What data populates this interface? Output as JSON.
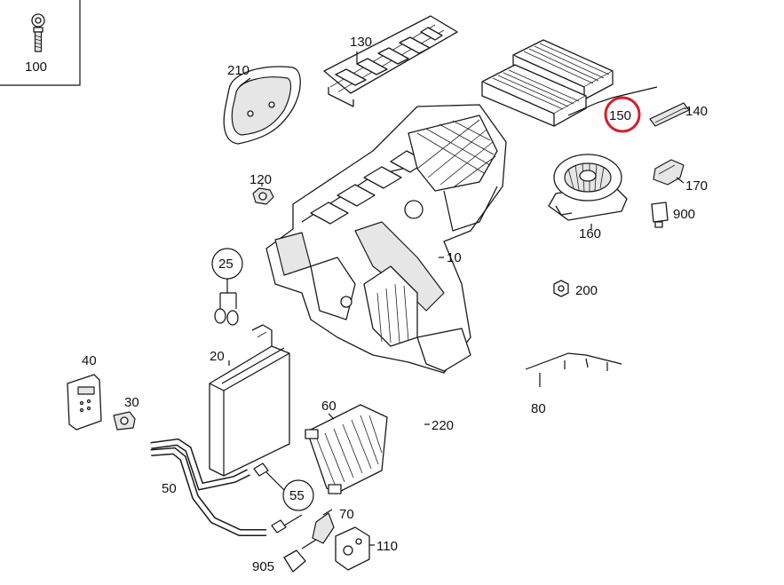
{
  "diagram": {
    "highlight_color": "#d41f2a",
    "parts": {
      "p100": "100",
      "p130": "130",
      "p210": "210",
      "p150": "150",
      "p140": "140",
      "p120": "120",
      "p170": "170",
      "p900": "900",
      "p160": "160",
      "p10": "10",
      "p25": "25",
      "p200": "200",
      "p20": "20",
      "p40": "40",
      "p30": "30",
      "p80": "80",
      "p60": "60",
      "p220": "220",
      "p50": "50",
      "p55": "55",
      "p70": "70",
      "p110": "110",
      "p905": "905"
    },
    "highlighted_part": "150"
  }
}
